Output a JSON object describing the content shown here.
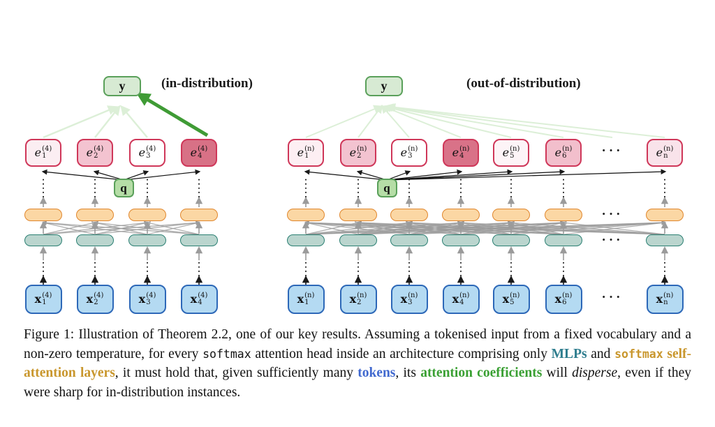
{
  "figure_label": "Figure 1",
  "panels": [
    {
      "name": "in-distribution",
      "label": "(in-distribution)",
      "y_label": "y",
      "q_label": "q",
      "e_var": "e",
      "x_var": "x",
      "columns": [
        {
          "sub": "1",
          "sup": "(4)",
          "e_fill": "#fbeef2"
        },
        {
          "sub": "2",
          "sup": "(4)",
          "e_fill": "#f3c3d0"
        },
        {
          "sub": "3",
          "sup": "(4)",
          "e_fill": "#ffffff"
        },
        {
          "sub": "4",
          "sup": "(4)",
          "e_fill": "#d87186",
          "sharp": true
        }
      ]
    },
    {
      "name": "out-of-distribution",
      "label": "(out-of-distribution)",
      "y_label": "y",
      "q_label": "q",
      "e_var": "e",
      "x_var": "x",
      "columns": [
        {
          "sub": "1",
          "sup": "(n)",
          "e_fill": "#fdeff3"
        },
        {
          "sub": "2",
          "sup": "(n)",
          "e_fill": "#f3c3d0"
        },
        {
          "sub": "3",
          "sup": "(n)",
          "e_fill": "#ffffff"
        },
        {
          "sub": "4",
          "sup": "(n)",
          "e_fill": "#d97288"
        },
        {
          "sub": "5",
          "sup": "(n)",
          "e_fill": "#fdf4f7"
        },
        {
          "sub": "6",
          "sup": "(n)",
          "e_fill": "#f2bfcc"
        },
        {
          "ellipsis": "···"
        },
        {
          "sub": "n",
          "sup": "(n)",
          "e_fill": "#f9e3ea"
        }
      ]
    }
  ],
  "caption": {
    "segments": [
      {
        "text": "Figure 1: Illustration of Theorem 2.2, one of our key results. Assuming a tokenised input from a fixed vocabulary and a non-zero temperature, for every ",
        "style": "normal"
      },
      {
        "text": "softmax",
        "style": "mono"
      },
      {
        "text": " attention head inside an architecture comprising only ",
        "style": "normal"
      },
      {
        "text": "MLPs",
        "style": "teal"
      },
      {
        "text": " and ",
        "style": "normal"
      },
      {
        "text": "softmax",
        "style": "gold-mono"
      },
      {
        "text": " self-attention layers",
        "style": "gold"
      },
      {
        "text": ", it must hold that, given sufficiently many ",
        "style": "normal"
      },
      {
        "text": "tokens",
        "style": "blue"
      },
      {
        "text": ", its ",
        "style": "normal"
      },
      {
        "text": "attention coefficients",
        "style": "green"
      },
      {
        "text": " will ",
        "style": "normal"
      },
      {
        "text": "disperse",
        "style": "italic"
      },
      {
        "text": ", even if they were sharp for in-distribution instances.",
        "style": "normal"
      }
    ]
  },
  "colors": {
    "e_border": "#cf3759",
    "green_border": "#5aa05a",
    "y_fill": "#d7ead3",
    "q_fill": "#b5dda6",
    "orange_fill": "#fbd7a4",
    "orange_border": "#e0862c",
    "teal_fill": "#bad5ce",
    "teal_border": "#2a7f72",
    "x_fill": "#b4daf2",
    "x_border": "#2d68b8",
    "arrow_gray": "#9b9b9b",
    "arrow_black": "#1a1a1a",
    "green_strong": "#3f9b35",
    "green_faint": "#dcefd7",
    "caption_teal": "#2e7d8e",
    "caption_gold": "#c9972e",
    "caption_blue": "#4169cf",
    "caption_green": "#3aa033"
  }
}
